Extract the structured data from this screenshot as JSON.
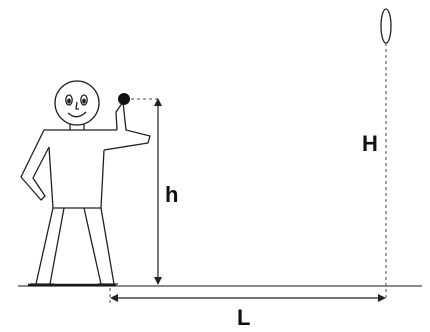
{
  "labels": {
    "height_thrower": "h",
    "height_target": "H",
    "distance": "L"
  },
  "colors": {
    "ink": "#1a1a1a",
    "line": "#444444",
    "background": "#ffffff"
  }
}
